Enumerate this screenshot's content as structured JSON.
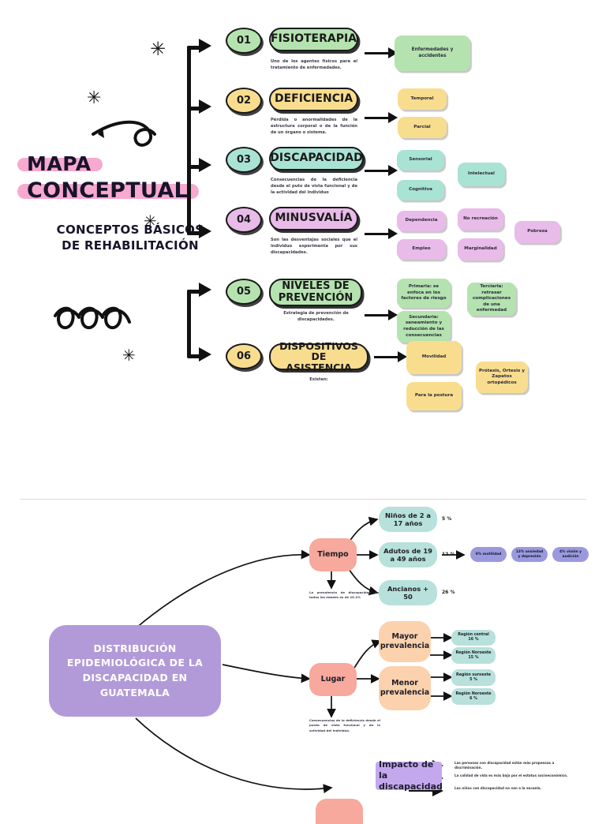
{
  "page1": {
    "title_line1": "MAPA",
    "title_line2": "CONCEPTUAL",
    "subtitle": "CONCEPTOS BÁSICOS DE REHABILITACIÓN",
    "colors": {
      "green": "#b5e3b0",
      "yellow": "#f9dd8f",
      "teal": "#a9e3d4",
      "purple": "#e9bbe9",
      "pink_highlight": "#f7a9cf",
      "outline": "#1a1a1a"
    },
    "sections": [
      {
        "number": "01",
        "title": "FISIOTERAPIA",
        "color": "#b5e3b0",
        "description": "Uno de los agentes físicos para el tratamiento de enfermedades.",
        "leaves_col1": [
          "Enfermedades y accidentes"
        ],
        "leaves_col2": [],
        "leaves_col3": []
      },
      {
        "number": "02",
        "title": "DEFICIENCIA",
        "color": "#f9dd8f",
        "description": "Pérdida o anormalidades de la estructura corporal o de la función de un órgano o sistema.",
        "leaves_col1": [
          "Temporal",
          "Parcial"
        ],
        "leaves_col2": [],
        "leaves_col3": []
      },
      {
        "number": "03",
        "title": "DISCAPACIDAD",
        "color": "#a9e3d4",
        "description": "Consecuencias de la deficiencia desde el puto de vista funcional y de la actividad del individuo",
        "leaves_col1": [
          "Sensorial",
          "Cognitiva"
        ],
        "leaves_col2": [
          "Intelectual"
        ],
        "leaves_col3": []
      },
      {
        "number": "04",
        "title": "MINUSVALÍA",
        "color": "#e9bbe9",
        "description": "Son las desventajas sociales que el individuo experimenta por sus discapacidades.",
        "leaves_col1": [
          "Dependencia",
          "Empleo"
        ],
        "leaves_col2": [
          "No recreación",
          "Marginalidad"
        ],
        "leaves_col3": [
          "Pobreza"
        ]
      },
      {
        "number": "05",
        "title": "NIVELES DE PREVENCIÓN",
        "color": "#b5e3b0",
        "description": "Estrategia de prevención de discapacidades.",
        "leaves_col1": [
          "Primaria: se enfoca en los factores de riesgo",
          "Secundaria: saneamiento y reducción de las consecuencias"
        ],
        "leaves_col2": [
          "Terciaria: retrasar complicaciones de una enfermedad"
        ],
        "leaves_col3": []
      },
      {
        "number": "06",
        "title": "DISPOSITIVOS DE ASISTENCIA",
        "color": "#f9dd8f",
        "description": "Existen:",
        "leaves_col1": [
          "Movilidad",
          "Para la postura"
        ],
        "leaves_col2": [
          "Prótesis, Ortesis y Zapatos ortopédicos"
        ],
        "leaves_col3": []
      }
    ]
  },
  "page2": {
    "main_title": "DISTRIBUCIÓN EPIDEMIOLÓGICA DE LA DISCAPACIDAD EN GUATEMALA",
    "colors": {
      "purple_main": "#b29ad8",
      "pink": "#f6a99c",
      "peach": "#fbd2ad",
      "mint": "#b7e1da",
      "lilac": "#9b99de",
      "highlight": "#c4a8ee"
    },
    "branch_tiempo": {
      "label": "Tiempo",
      "note": "La prevalencia de discapacidad en todas las edades es de 10.2%",
      "rows": [
        {
          "label": "Niños de 2 a 17 años",
          "pct": "5 %"
        },
        {
          "label": "Adutos de 19 a 49 años",
          "pct": "12 %"
        },
        {
          "label": "Ancianos + 50",
          "pct": "26 %"
        }
      ],
      "detail_pills": [
        "8% motilidad",
        "13% ansiedad y depresión",
        "4% visión y audición"
      ]
    },
    "branch_lugar": {
      "label": "Lugar",
      "note": "Consecuencias de la deficiencia desde el punto de vista funcional y de la actividad del individuo.",
      "groups": [
        {
          "label": "Mayor prevalencia",
          "regions": [
            "Región central 16 %",
            "Región Noroeste 15 %"
          ]
        },
        {
          "label": "Menor prevalencia",
          "regions": [
            "Región suroeste 5 %",
            "Región Noroeste 6 %"
          ]
        }
      ]
    },
    "branch_impacto": {
      "label": "Impacto de la discapacidad",
      "points": [
        "Las personas con discapacidad están más propensas a discriminación.",
        "La calidad de vida es más baja por el estatus socioeconómico.",
        "Los niños con discapacidad no van a la escuela."
      ]
    }
  }
}
